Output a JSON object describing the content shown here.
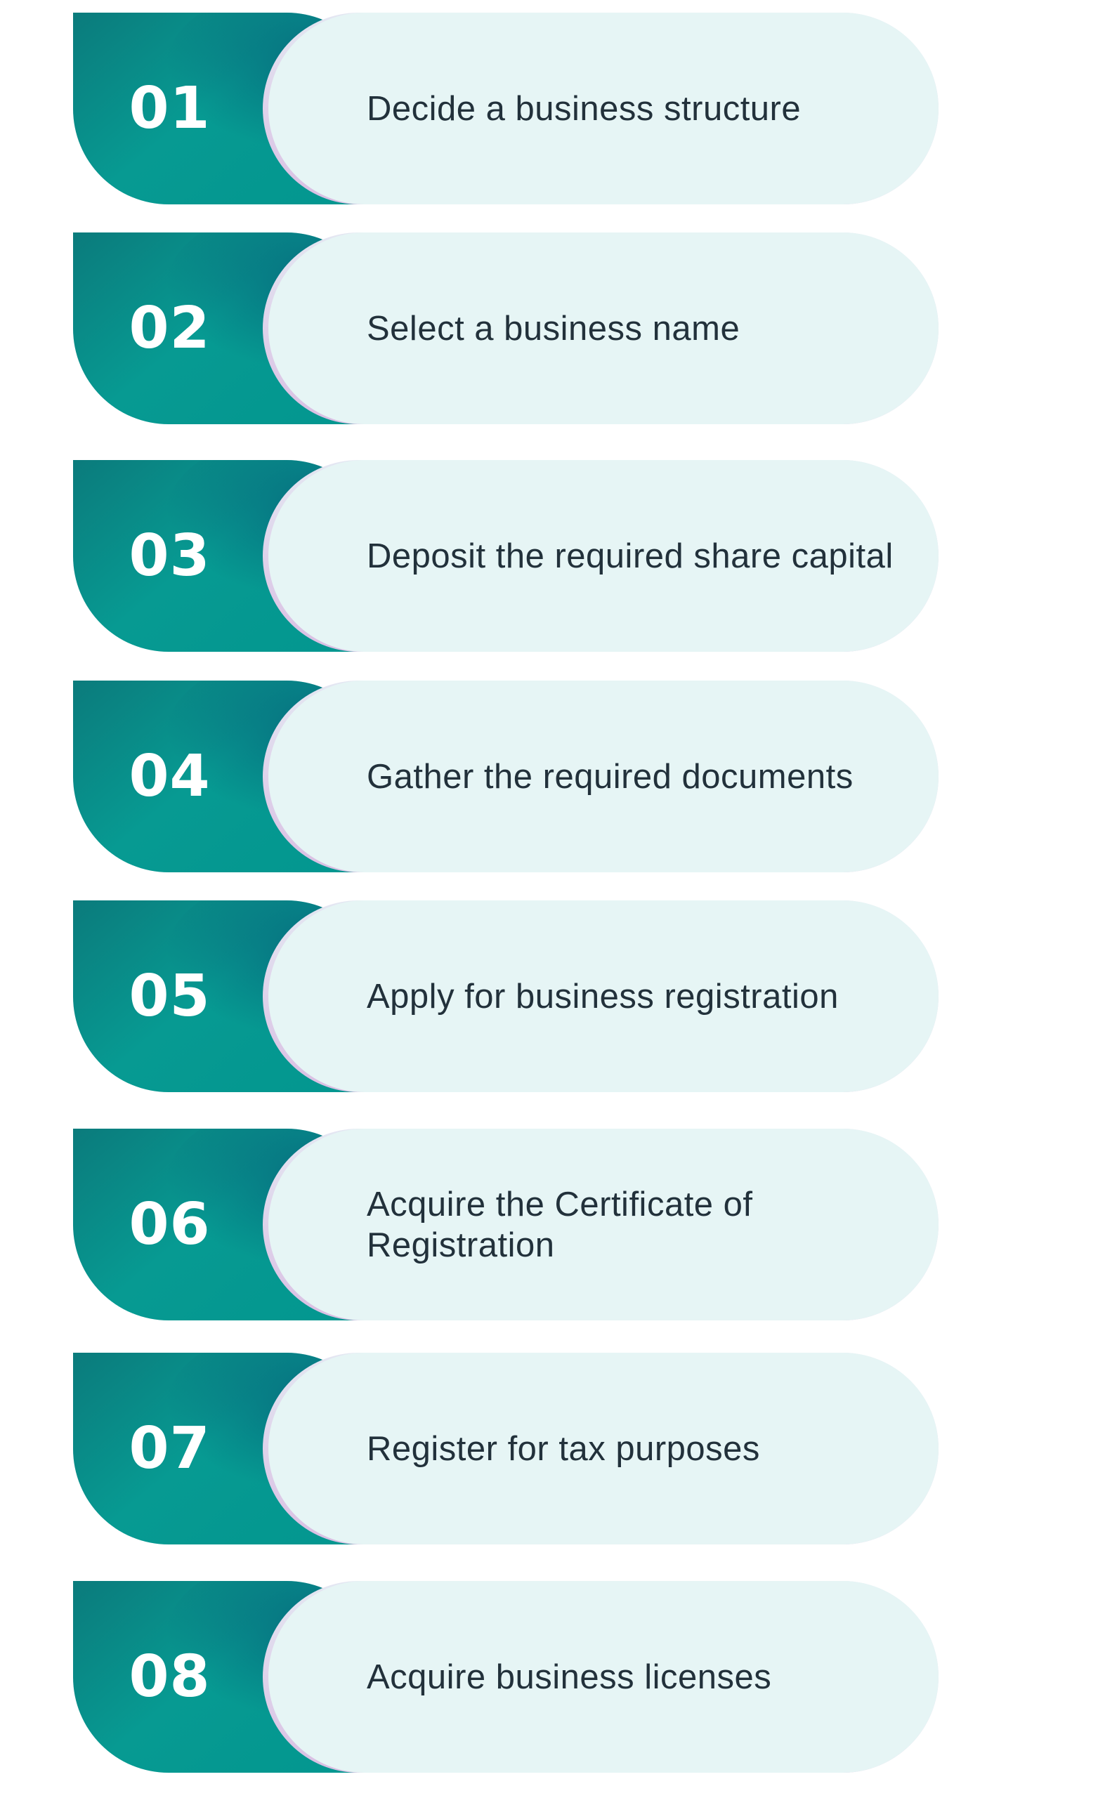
{
  "steps": [
    {
      "number": "01",
      "text": "Decide a business structure"
    },
    {
      "number": "02",
      "text": "Select a business name"
    },
    {
      "number": "03",
      "text": "Deposit the required share capital"
    },
    {
      "number": "04",
      "text": "Gather the required documents"
    },
    {
      "number": "05",
      "text": "Apply for business registration"
    },
    {
      "number": "06",
      "text": "Acquire the Certificate of Registration"
    },
    {
      "number": "07",
      "text": "Register for tax purposes"
    },
    {
      "number": "08",
      "text": "Acquire business licenses"
    }
  ],
  "colors": {
    "tab_teal": "#079a92",
    "tab_dark": "#0b7b7c",
    "pill_background": "#e6f5f5",
    "text": "#22313b",
    "number_text": "#ffffff"
  }
}
